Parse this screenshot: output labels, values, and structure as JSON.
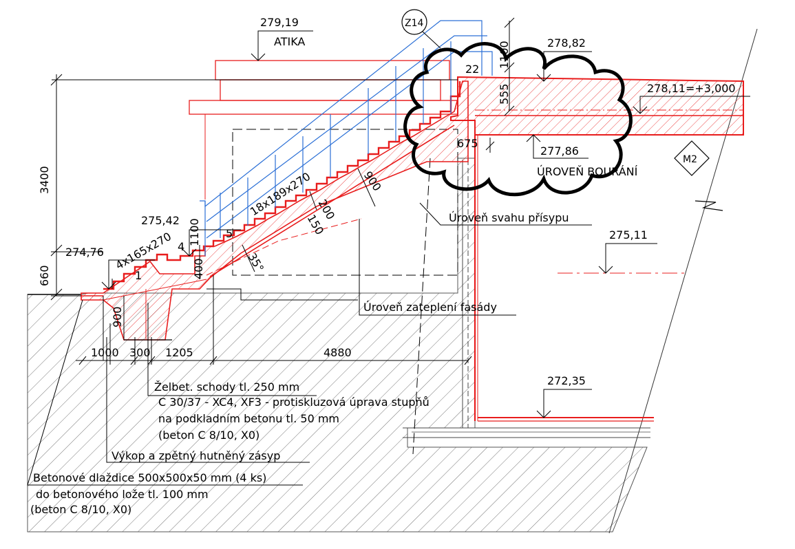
{
  "colors": {
    "cut": "#e81c1c",
    "hidden": "#e81c1c",
    "railing": "#2a6fd6",
    "line": "#000000",
    "hatch": "#555555"
  },
  "elevations": {
    "atika": "279,19",
    "atika_label": "ATIKA",
    "roof_top": "278,82",
    "roof_level": "278,11=+3,000",
    "demolition": "277,86",
    "demolition_label": "ÚROVEŇ BOURÁNÍ",
    "landing": "275,42",
    "ground": "274,76",
    "interior": "275,11",
    "basement_floor": "272,35"
  },
  "dimensions": {
    "height_total": "3400",
    "height_left": "660",
    "railing_upper": "1100",
    "railing_lower": "1100",
    "slab": "555",
    "overhang": "675",
    "step_index_22": "22",
    "stair_lower": "4x165x270",
    "stair_upper": "18x189x270",
    "step_index_1": "1",
    "step_index_4": "4",
    "step_index_5": "5",
    "slab_400": "400",
    "depth_900_upper": "900",
    "thk_200": "200",
    "thk_150": "150",
    "angle": "35°",
    "depth_900_lower": "900",
    "plan_1000": "1000",
    "plan_300": "300",
    "plan_1205": "1205",
    "plan_4880": "4880"
  },
  "marks": {
    "z14": "Z14",
    "m2": "M2"
  },
  "notes": {
    "slope_level": "Úroveň svahu přísypu",
    "facade_insulation": "Úroveň zateplení fasády",
    "stairs_line1": "Želbet. schody tl. 250 mm",
    "stairs_line2": "C 30/37 - XC4, XF3 - protiskluzová úprava stupňů",
    "stairs_line3": "na podkladním betonu tl. 50 mm",
    "stairs_line4": "(beton C 8/10, X0)",
    "excavation": "Výkop  a zpětný hutněný zásyp",
    "tiles_line1": "Betonové dlaždice 500x500x50 mm (4 ks)",
    "tiles_line2": "do betonového lože tl. 100 mm",
    "tiles_line3": "(beton C 8/10, X0)"
  }
}
